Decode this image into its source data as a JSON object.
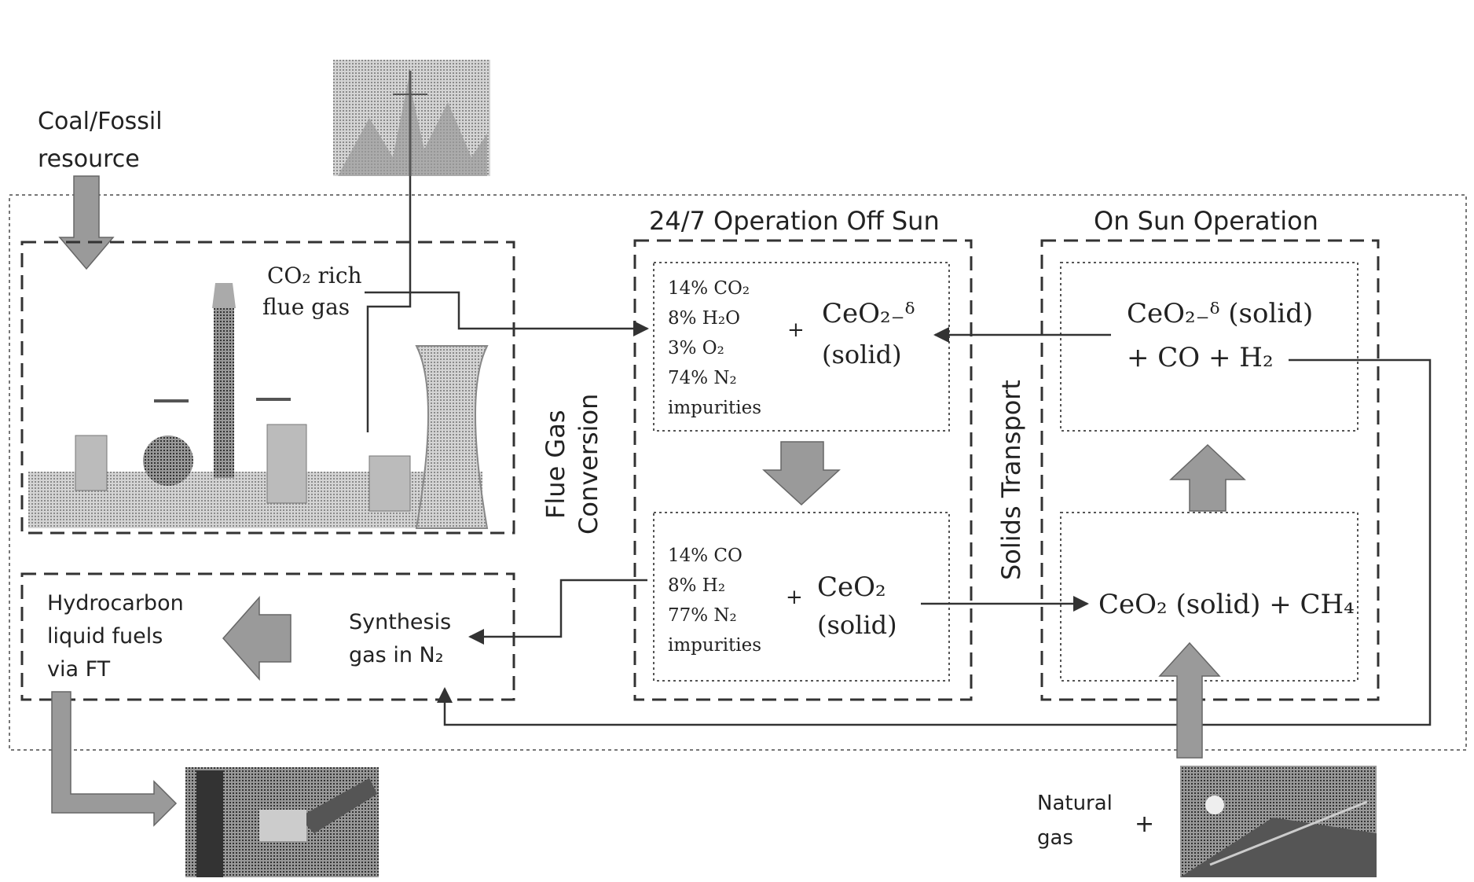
{
  "top_left_label": [
    "Coal/Fossil",
    "resource"
  ],
  "power_plant": {
    "flue_gas_label_line1": "CO₂ rich",
    "flue_gas_label_line2": "flue gas",
    "icon": "power-plant-icon"
  },
  "flue_gas_conversion_label": [
    "Flue Gas",
    "Conversion"
  ],
  "off_sun": {
    "title": "24/7 Operation Off Sun",
    "top_box": {
      "composition": [
        "14% CO₂",
        "8% H₂O",
        "3% O₂",
        "74% N₂",
        "impurities"
      ],
      "plus": "+",
      "reactant": "CeO₂₋ᵟ",
      "reactant_state": "(solid)"
    },
    "bottom_box": {
      "composition": [
        "14% CO",
        "8% H₂",
        "77% N₂",
        "impurities"
      ],
      "plus": "+",
      "product": "CeO₂",
      "product_state": "(solid)"
    }
  },
  "solids_transport_label": "Solids Transport",
  "on_sun": {
    "title": "On Sun Operation",
    "top_box": {
      "line1": "CeO₂₋ᵟ (solid)",
      "line2": "+ CO + H₂"
    },
    "bottom_box": {
      "line1": "CeO₂ (solid) + CH₄"
    }
  },
  "fuels_box": {
    "left_label": [
      "Hydrocarbon",
      "liquid fuels",
      "via FT"
    ],
    "right_label": [
      "Synthesis",
      "gas in N₂"
    ]
  },
  "natural_gas": {
    "label": [
      "Natural",
      "gas"
    ],
    "plus": "+"
  },
  "icons": [
    "forest-photo-icon",
    "fuel-pump-photo-icon",
    "solar-field-photo-icon"
  ]
}
